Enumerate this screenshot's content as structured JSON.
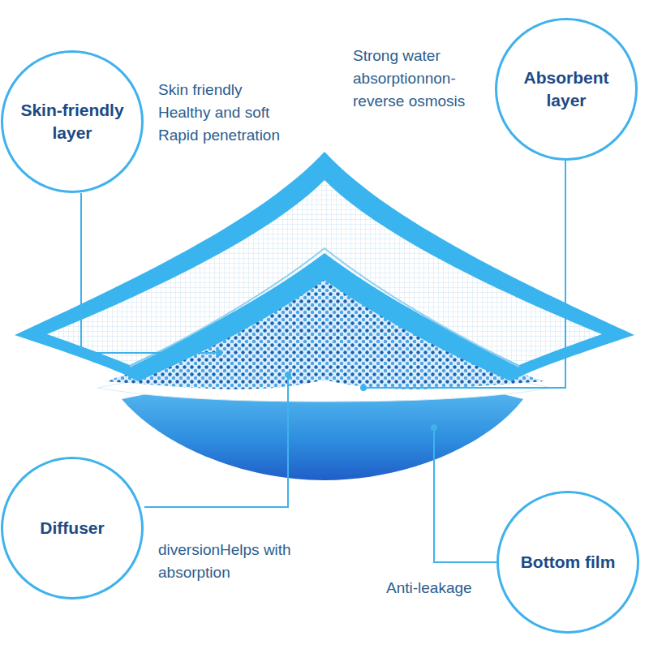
{
  "diagram": {
    "nodes": [
      {
        "text": [
          "Skin-friendly layer"
        ]
      },
      {
        "text": [
          "Absorbent layer"
        ]
      },
      {
        "text": [
          "Diffuser"
        ]
      },
      {
        "text": [
          "Bottom film"
        ]
      }
    ],
    "labels": [
      "Skin friendly",
      "Healthy and soft",
      "Rapid penetration",
      "Strong water absorptionnon-reverse osmosis",
      "diversionHelps with absorption",
      "Anti-leakage"
    ]
  }
}
